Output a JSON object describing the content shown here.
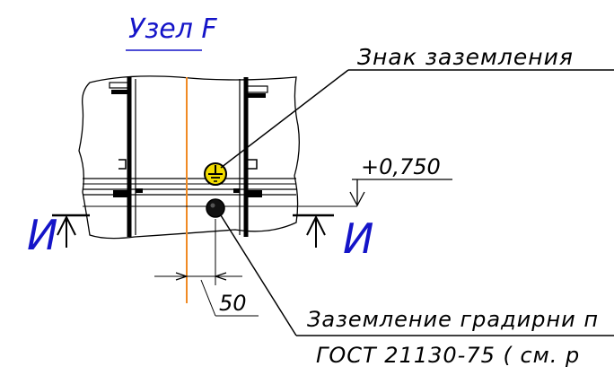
{
  "node_title": "Узел F",
  "ground_sign_label": "Знак заземления",
  "elevation": "+0,750",
  "section_mark": "И",
  "dimension": "50",
  "grounding_note_line1": "Заземление градирни п",
  "grounding_note_line2": "ГОСТ 21130-75 ( см. р",
  "colors": {
    "ink": "#000000",
    "title_blue": "#1414c8",
    "axis_orange": "#f08a24",
    "ground_yellow": "#f2dc00"
  }
}
